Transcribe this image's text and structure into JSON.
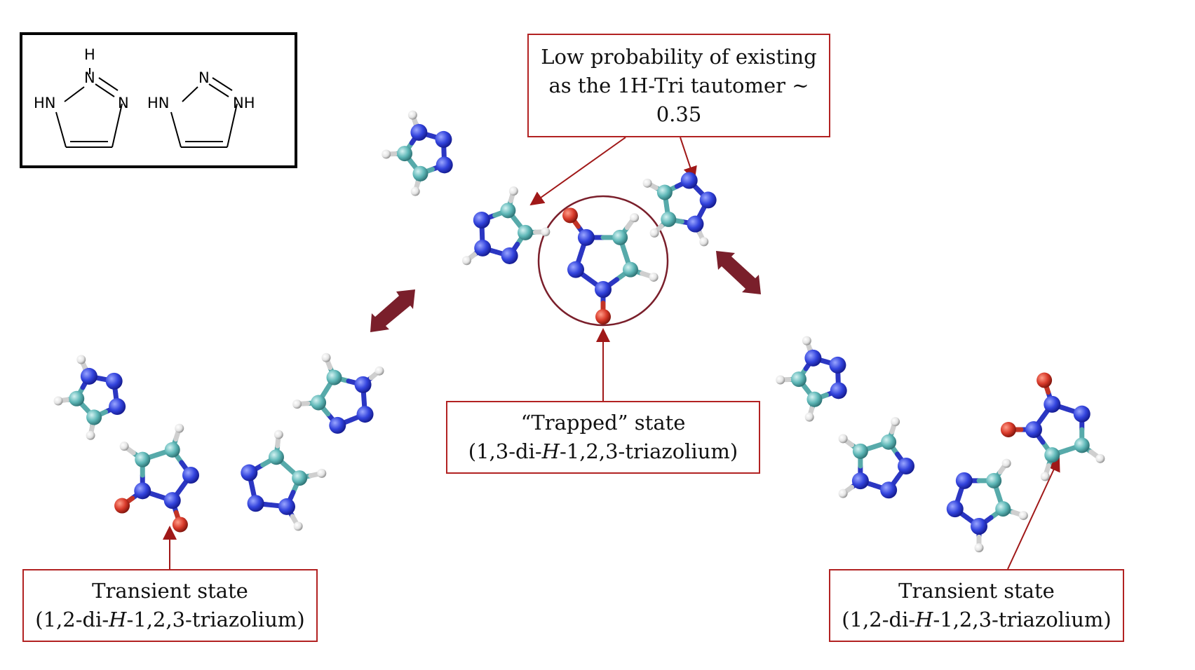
{
  "structure_panel": {
    "left_molecule": {
      "top_atom": "N",
      "top_h": "H",
      "left_atom": "HN",
      "right_atom": "N"
    },
    "right_molecule": {
      "top_atom": "N",
      "left_atom": "HN",
      "right_atom": "NH"
    }
  },
  "top_label": {
    "line1": "Low probability of existing",
    "line2": "as the 1H-Tri tautomer ~",
    "line3": "0.35"
  },
  "center_label": {
    "line1": "“Trapped” state",
    "line2_pre": "(1,3-di-",
    "line2_italic": "H",
    "line2_post": "-1,2,3-triazolium)"
  },
  "left_label": {
    "line1": "Transient state",
    "line2_pre": "(1,2-di-",
    "line2_italic": "H",
    "line2_post": "-1,2,3-triazolium)"
  },
  "right_label": {
    "line1": "Transient state",
    "line2_pre": "(1,2-di-",
    "line2_italic": "H",
    "line2_post": "-1,2,3-triazolium)"
  },
  "colors": {
    "nitrogen": "#3344dd",
    "carbon": "#5fb8b8",
    "hydrogen": "#e8e8e8",
    "proton": "#d83a2a",
    "box_border": "#b22222",
    "pointer_arrow": "#8b1a1a",
    "exchange_arrow": "#7a1f2b"
  }
}
